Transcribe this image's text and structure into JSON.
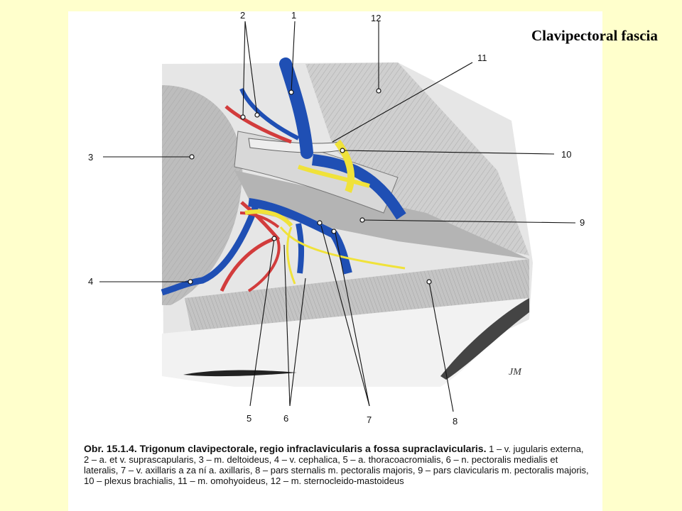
{
  "slide": {
    "title": "Clavipectoral fascia"
  },
  "figure": {
    "labels": [
      "1",
      "2",
      "3",
      "4",
      "5",
      "6",
      "7",
      "8",
      "9",
      "10",
      "11",
      "12"
    ],
    "signature": "JM",
    "colors": {
      "vein": "#1f4fb4",
      "artery": "#d23c3c",
      "nerve": "#f0e23a",
      "background": "#ffffcc"
    }
  },
  "caption": {
    "lead": "Obr. 15.1.4. Trigonum clavipectorale, regio infraclavicularis a fossa supraclavicularis.",
    "body": " 1 – v. jugularis externa, 2 – a. et v. suprascapularis, 3 – m. deltoideus, 4 – v. cephalica, 5 – a. thoracoacromialis, 6 – n. pectoralis medialis et lateralis, 7 – v. axillaris a za ní a. axillaris, 8 – pars sternalis m. pectoralis majoris, 9 – pars clavicularis m. pectoralis majoris, 10 – plexus brachialis, 11 – m. omohyoideus, 12 – m. sternocleido-mastoideus"
  }
}
